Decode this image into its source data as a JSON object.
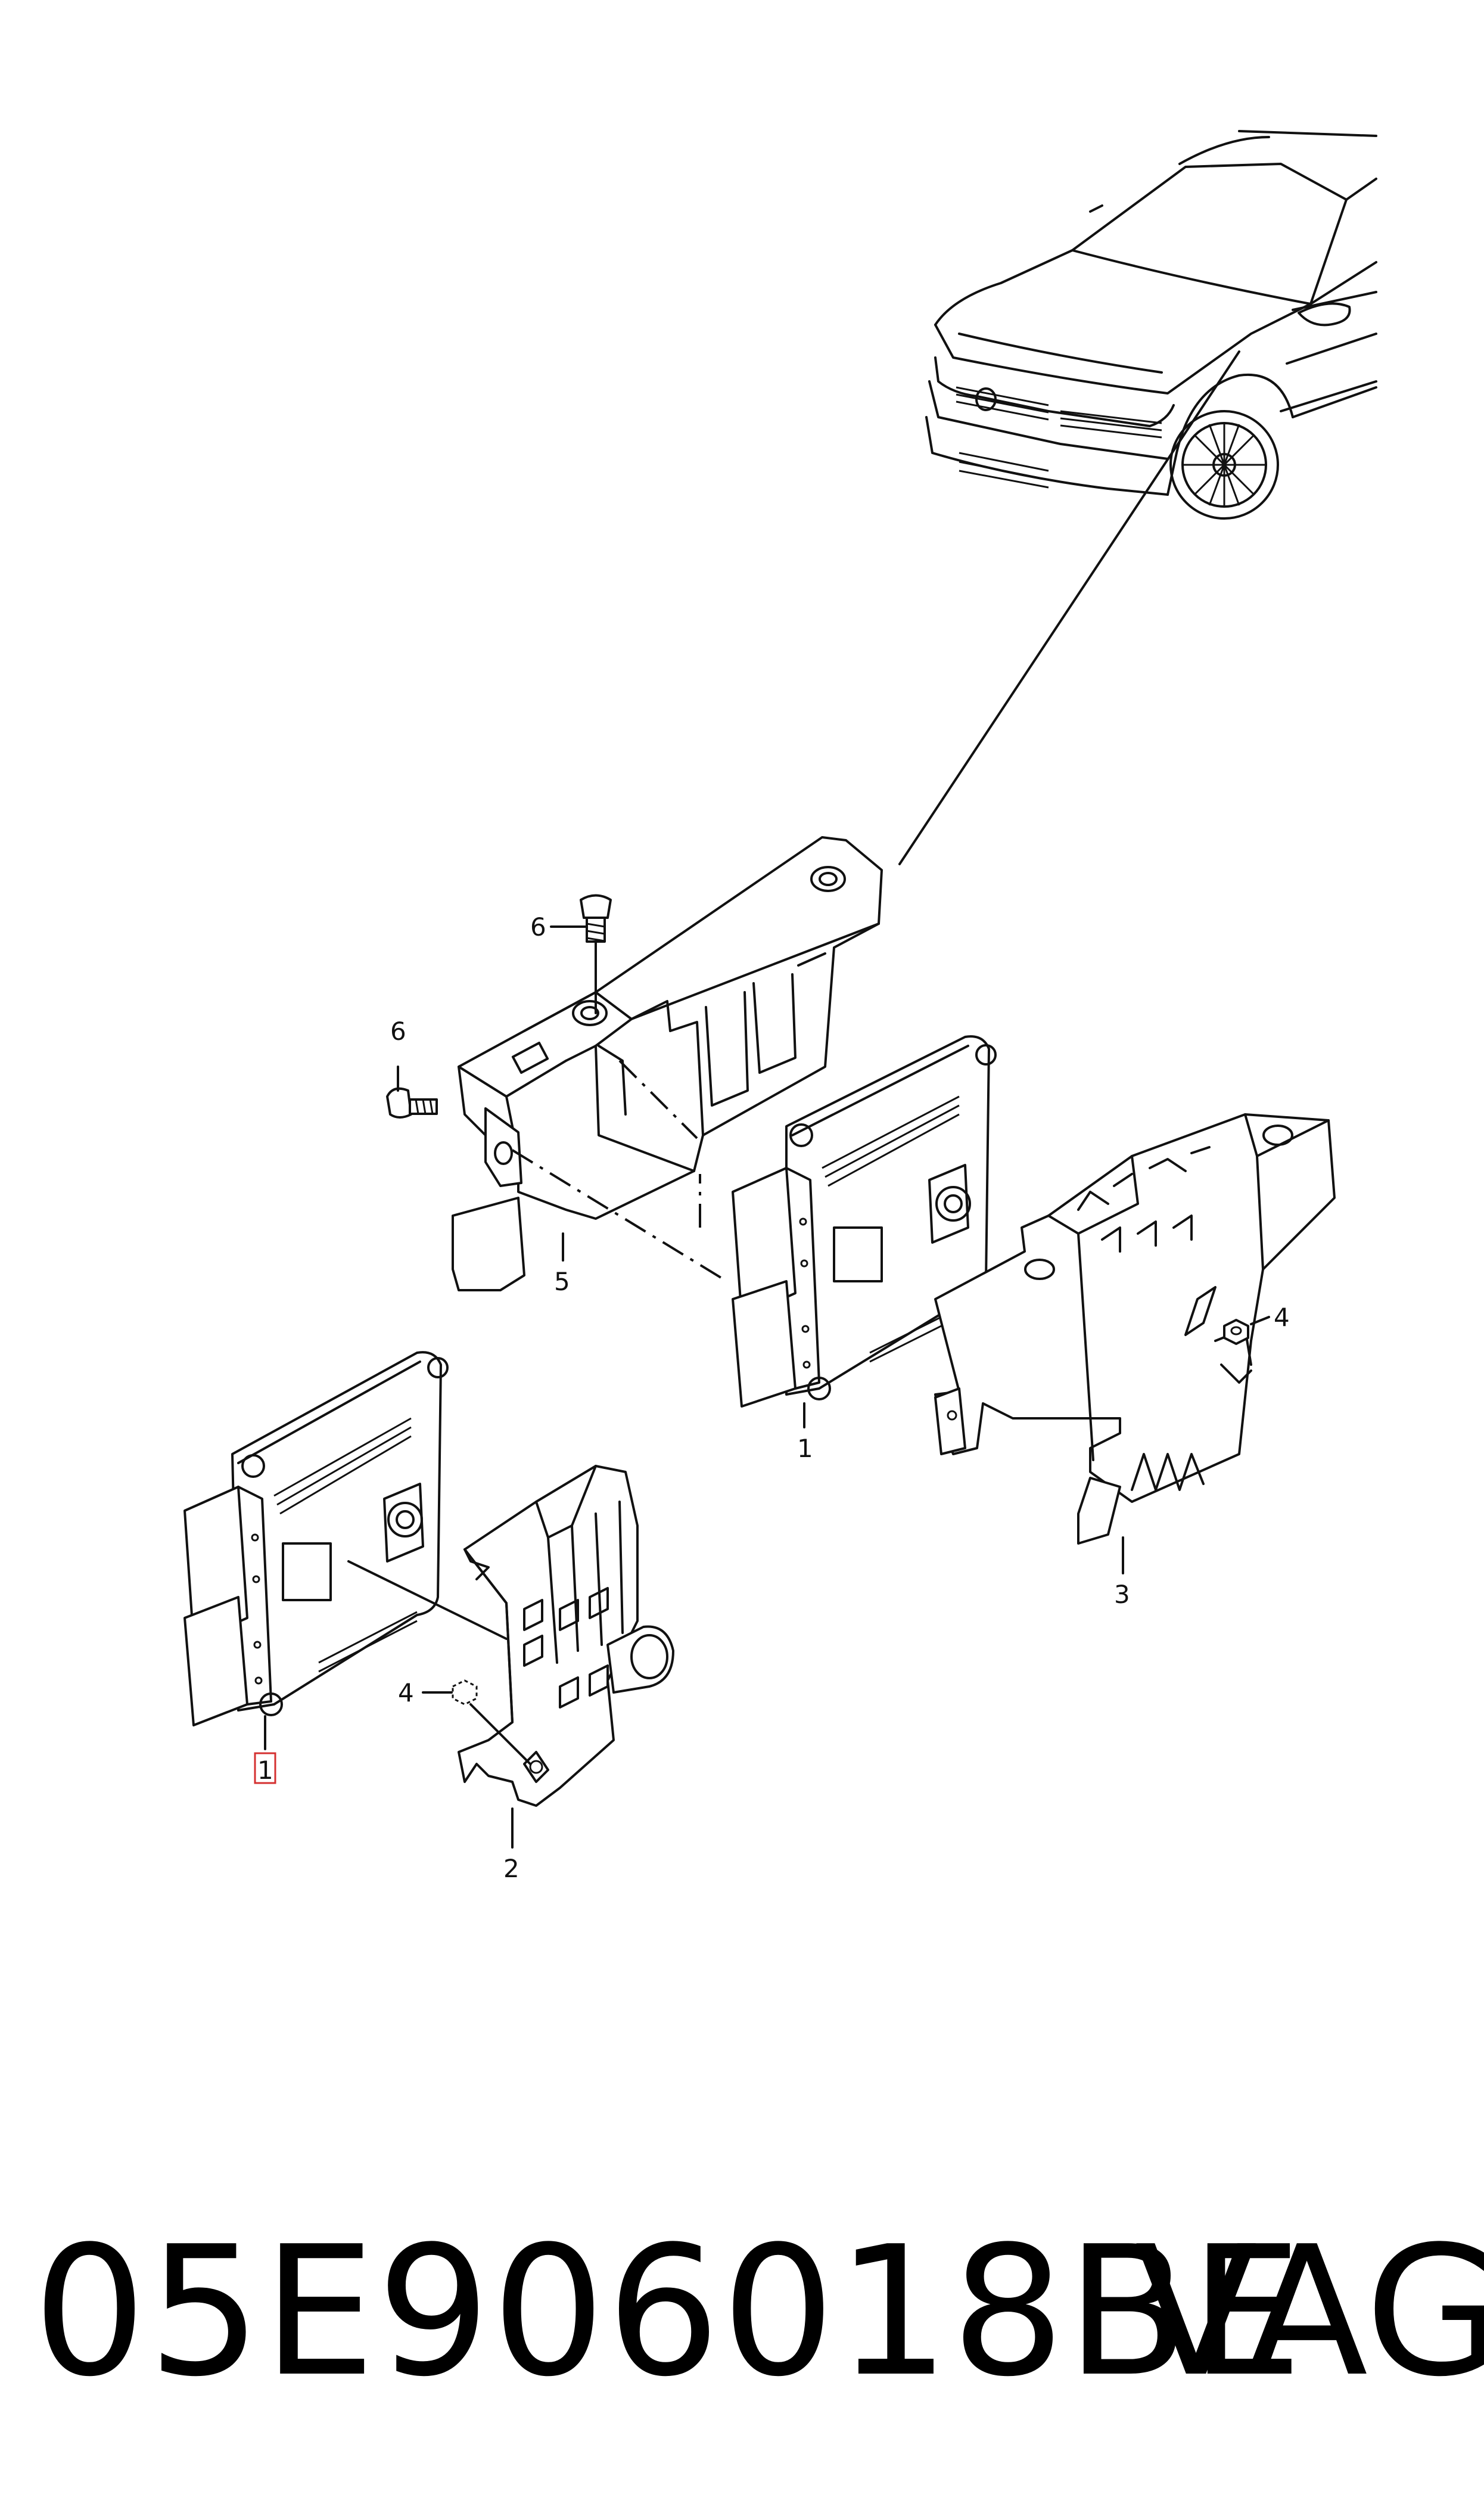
{
  "diagram": {
    "callouts": [
      {
        "id": "c6a",
        "label": "6"
      },
      {
        "id": "c6b",
        "label": "6"
      },
      {
        "id": "c5",
        "label": "5"
      },
      {
        "id": "c1a",
        "label": "1"
      },
      {
        "id": "c4a",
        "label": "4"
      },
      {
        "id": "c3",
        "label": "3"
      },
      {
        "id": "c4b",
        "label": "4"
      },
      {
        "id": "c1b",
        "label": "1",
        "highlighted": true
      },
      {
        "id": "c2",
        "label": "2"
      }
    ],
    "highlight_color": "#d43030",
    "line_color": "#111111"
  },
  "footer": {
    "part_number": "05E906018BE",
    "brand": "VAG"
  }
}
